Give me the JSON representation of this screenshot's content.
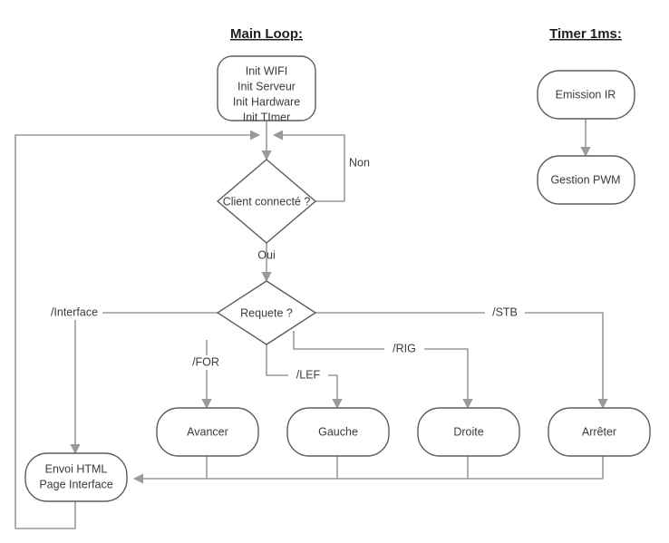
{
  "diagram": {
    "title_main_loop": "Main Loop:",
    "title_timer": "Timer 1ms:",
    "nodes": {
      "init": {
        "line1": "Init WIFI",
        "line2": "Init Serveur",
        "line3": "Init Hardware",
        "line4": "Init TImer"
      },
      "client_connecte": "Client connecté ?",
      "requete": "Requete ?",
      "avancer": "Avancer",
      "gauche": "Gauche",
      "droite": "Droite",
      "arreter": "Arrêter",
      "envoi_html": {
        "line1": "Envoi HTML",
        "line2": "Page Interface"
      },
      "emission_ir": "Emission IR",
      "gestion_pwm": "Gestion PWM"
    },
    "edge_labels": {
      "non": "Non",
      "oui": "Oui",
      "interface": "/Interface",
      "for": "/FOR",
      "lef": "/LEF",
      "rig": "/RIG",
      "stb": "/STB"
    },
    "colors": {
      "node_stroke": "#5c5c5c",
      "edge_stroke": "#9a9a9a",
      "text": "#3b3b3b",
      "title_text": "#1f1f1f",
      "background": "#ffffff"
    }
  }
}
